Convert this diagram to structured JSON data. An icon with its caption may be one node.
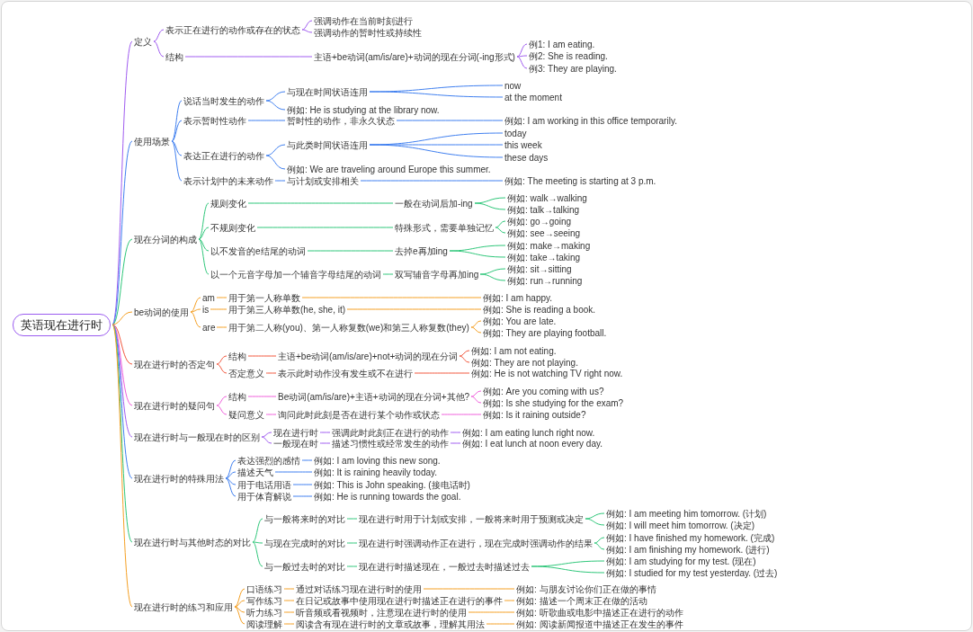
{
  "diagram": {
    "nodes": [
      {
        "text": [
          "英语现在进行时"
        ]
      },
      {
        "text": [
          "定义"
        ]
      },
      {
        "text": [
          "表示正在进行的动作或存在的状态"
        ]
      },
      {
        "text": [
          "强调动作在当前时刻进行"
        ]
      },
      {
        "text": [
          "强调动作的暂时性或持续性"
        ]
      },
      {
        "text": [
          "结构"
        ]
      },
      {
        "text": [
          "主语+be动词(am/is/are)+动词的现在分词(-ing形式)"
        ]
      },
      {
        "text": [
          "例1: I am eating."
        ]
      },
      {
        "text": [
          "例2: She is reading."
        ]
      },
      {
        "text": [
          "例3: They are playing."
        ]
      },
      {
        "text": [
          "使用场景"
        ]
      },
      {
        "text": [
          "说话当时发生的动作"
        ]
      },
      {
        "text": [
          "与现在时间状语连用"
        ]
      },
      {
        "text": [
          "now"
        ]
      },
      {
        "text": [
          "at the moment"
        ]
      },
      {
        "text": [
          "例如: He is studying at the library now."
        ]
      },
      {
        "text": [
          "表示暂时性动作"
        ]
      },
      {
        "text": [
          "暂时性的动作，非永久状态"
        ]
      },
      {
        "text": [
          "例如: I am working in this office temporarily."
        ]
      },
      {
        "text": [
          "表达正在进行的动作"
        ]
      },
      {
        "text": [
          "与此类时间状语连用"
        ]
      },
      {
        "text": [
          "today"
        ]
      },
      {
        "text": [
          "this week"
        ]
      },
      {
        "text": [
          "these days"
        ]
      },
      {
        "text": [
          "例如: We are traveling around Europe this summer."
        ]
      },
      {
        "text": [
          "表示计划中的未来动作"
        ]
      },
      {
        "text": [
          "与计划或安排相关"
        ]
      },
      {
        "text": [
          "例如: The meeting is starting at 3 p.m."
        ]
      },
      {
        "text": [
          "现在分词的构成"
        ]
      },
      {
        "text": [
          "规则变化"
        ]
      },
      {
        "text": [
          "一般在动词后加-ing"
        ]
      },
      {
        "text": [
          "例如: walk→walking"
        ]
      },
      {
        "text": [
          "例如: talk→talking"
        ]
      },
      {
        "text": [
          "不规则变化"
        ]
      },
      {
        "text": [
          "特殊形式，需要单独记忆"
        ]
      },
      {
        "text": [
          "例如: go→going"
        ]
      },
      {
        "text": [
          "例如: see→seeing"
        ]
      },
      {
        "text": [
          "以不发音的e结尾的动词"
        ]
      },
      {
        "text": [
          "去掉e再加ing"
        ]
      },
      {
        "text": [
          "例如: make→making"
        ]
      },
      {
        "text": [
          "例如: take→taking"
        ]
      },
      {
        "text": [
          "以一个元音字母加一个辅音字母结尾的动词"
        ]
      },
      {
        "text": [
          "双写辅音字母再加ing"
        ]
      },
      {
        "text": [
          "例如: sit→sitting"
        ]
      },
      {
        "text": [
          "例如: run→running"
        ]
      },
      {
        "text": [
          "be动词的使用"
        ]
      },
      {
        "text": [
          "am"
        ]
      },
      {
        "text": [
          "用于第一人称单数"
        ]
      },
      {
        "text": [
          "例如: I am happy."
        ]
      },
      {
        "text": [
          "is"
        ]
      },
      {
        "text": [
          "用于第三人称单数(he, she, it)"
        ]
      },
      {
        "text": [
          "例如: She is reading a book."
        ]
      },
      {
        "text": [
          "are"
        ]
      },
      {
        "text": [
          "用于第二人称(you)、第一人称复数(we)和第三人称复数(they)"
        ]
      },
      {
        "text": [
          "例如: You are late."
        ]
      },
      {
        "text": [
          "例如: They are playing football."
        ]
      },
      {
        "text": [
          "现在进行时的否定句"
        ]
      },
      {
        "text": [
          "结构"
        ]
      },
      {
        "text": [
          "主语+be动词(am/is/are)+not+动词的现在分词"
        ]
      },
      {
        "text": [
          "例如: I am not eating."
        ]
      },
      {
        "text": [
          "例如: They are not playing."
        ]
      },
      {
        "text": [
          "否定意义"
        ]
      },
      {
        "text": [
          "表示此时动作没有发生或不在进行"
        ]
      },
      {
        "text": [
          "例如: He is not watching TV right now."
        ]
      },
      {
        "text": [
          "现在进行时的疑问句"
        ]
      },
      {
        "text": [
          "结构"
        ]
      },
      {
        "text": [
          "Be动词(am/is/are)+主语+动词的现在分词+其他?"
        ]
      },
      {
        "text": [
          "例如: Are you coming with us?"
        ]
      },
      {
        "text": [
          "例如: Is she studying for the exam?"
        ]
      },
      {
        "text": [
          "疑问意义"
        ]
      },
      {
        "text": [
          "询问此时此刻是否在进行某个动作或状态"
        ]
      },
      {
        "text": [
          "例如: Is it raining outside?"
        ]
      },
      {
        "text": [
          "现在进行时与一般现在时的区别"
        ]
      },
      {
        "text": [
          "现在进行时"
        ]
      },
      {
        "text": [
          "强调此时此刻正在进行的动作"
        ]
      },
      {
        "text": [
          "例如: I am eating lunch right now."
        ]
      },
      {
        "text": [
          "一般现在时"
        ]
      },
      {
        "text": [
          "描述习惯性或经常发生的动作"
        ]
      },
      {
        "text": [
          "例如: I eat lunch at noon every day."
        ]
      },
      {
        "text": [
          "现在进行时的特殊用法"
        ]
      },
      {
        "text": [
          "表达强烈的感情"
        ]
      },
      {
        "text": [
          "例如: I am loving this new song."
        ]
      },
      {
        "text": [
          "描述天气"
        ]
      },
      {
        "text": [
          "例如: It is raining heavily today."
        ]
      },
      {
        "text": [
          "用于电话用语"
        ]
      },
      {
        "text": [
          "例如: This is John speaking. (接电话时)"
        ]
      },
      {
        "text": [
          "用于体育解说"
        ]
      },
      {
        "text": [
          "例如: He is running towards the goal."
        ]
      },
      {
        "text": [
          "现在进行时与其他时态的对比"
        ]
      },
      {
        "text": [
          "与一般将来时的对比"
        ]
      },
      {
        "text": [
          "现在进行时用于计划或安排，一般将来时用于预测或决定"
        ]
      },
      {
        "text": [
          "例如: I am meeting him tomorrow. (计划)"
        ]
      },
      {
        "text": [
          "例如: I will meet him tomorrow. (决定)"
        ]
      },
      {
        "text": [
          "与现在完成时的对比"
        ]
      },
      {
        "text": [
          "现在进行时强调动作正在进行，现在完成时强调动作的结果"
        ]
      },
      {
        "text": [
          "例如: I have finished my homework. (完成)"
        ]
      },
      {
        "text": [
          "例如: I am finishing my homework. (进行)"
        ]
      },
      {
        "text": [
          "与一般过去时的对比"
        ]
      },
      {
        "text": [
          "现在进行时描述现在，一般过去时描述过去"
        ]
      },
      {
        "text": [
          "例如: I am studying for my test. (现在)"
        ]
      },
      {
        "text": [
          "例如: I studied for my test yesterday. (过去)"
        ]
      },
      {
        "text": [
          "现在进行时的练习和应用"
        ]
      },
      {
        "text": [
          "口语练习"
        ]
      },
      {
        "text": [
          "通过对话练习现在进行时的使用"
        ]
      },
      {
        "text": [
          "例如: 与朋友讨论你们正在做的事情"
        ]
      },
      {
        "text": [
          "写作练习"
        ]
      },
      {
        "text": [
          "在日记或故事中使用现在进行时描述正在进行的事件"
        ]
      },
      {
        "text": [
          "例如: 描述一个周末正在做的活动"
        ]
      },
      {
        "text": [
          "听力练习"
        ]
      },
      {
        "text": [
          "听音频或看视频时，注意现在进行时的使用"
        ]
      },
      {
        "text": [
          "例如: 听歌曲或电影中描述正在进行的动作"
        ]
      },
      {
        "text": [
          "阅读理解"
        ]
      },
      {
        "text": [
          "阅读含有现在进行时的文章或故事，理解其用法"
        ]
      },
      {
        "text": [
          "例如: 阅读新闻报道中描述正在发生的事件"
        ]
      }
    ],
    "edges": [
      {
        "from": 0,
        "to": 1,
        "arrow": "none",
        "color": "#a05cf0"
      },
      {
        "from": 1,
        "to": 2,
        "arrow": "none",
        "color": "#a05cf0"
      },
      {
        "from": 2,
        "to": 3,
        "arrow": "none",
        "color": "#a05cf0"
      },
      {
        "from": 2,
        "to": 4,
        "arrow": "none",
        "color": "#a05cf0"
      },
      {
        "from": 1,
        "to": 5,
        "arrow": "none",
        "color": "#a05cf0"
      },
      {
        "from": 5,
        "to": 6,
        "arrow": "none",
        "color": "#a05cf0"
      },
      {
        "from": 6,
        "to": 7,
        "arrow": "none",
        "color": "#a05cf0"
      },
      {
        "from": 6,
        "to": 8,
        "arrow": "none",
        "color": "#a05cf0"
      },
      {
        "from": 6,
        "to": 9,
        "arrow": "none",
        "color": "#a05cf0"
      },
      {
        "from": 0,
        "to": 10,
        "arrow": "none",
        "color": "#3f7ff0"
      },
      {
        "from": 10,
        "to": 11,
        "arrow": "none",
        "color": "#3f7ff0"
      },
      {
        "from": 11,
        "to": 12,
        "arrow": "none",
        "color": "#3f7ff0"
      },
      {
        "from": 12,
        "to": 13,
        "arrow": "none",
        "color": "#3f7ff0"
      },
      {
        "from": 12,
        "to": 14,
        "arrow": "none",
        "color": "#3f7ff0"
      },
      {
        "from": 11,
        "to": 15,
        "arrow": "none",
        "color": "#3f7ff0"
      },
      {
        "from": 10,
        "to": 16,
        "arrow": "none",
        "color": "#3f7ff0"
      },
      {
        "from": 16,
        "to": 17,
        "arrow": "none",
        "color": "#3f7ff0"
      },
      {
        "from": 17,
        "to": 18,
        "arrow": "none",
        "color": "#3f7ff0"
      },
      {
        "from": 10,
        "to": 19,
        "arrow": "none",
        "color": "#3f7ff0"
      },
      {
        "from": 19,
        "to": 20,
        "arrow": "none",
        "color": "#3f7ff0"
      },
      {
        "from": 20,
        "to": 21,
        "arrow": "none",
        "color": "#3f7ff0"
      },
      {
        "from": 20,
        "to": 22,
        "arrow": "none",
        "color": "#3f7ff0"
      },
      {
        "from": 20,
        "to": 23,
        "arrow": "none",
        "color": "#3f7ff0"
      },
      {
        "from": 19,
        "to": 24,
        "arrow": "none",
        "color": "#3f7ff0"
      },
      {
        "from": 10,
        "to": 25,
        "arrow": "none",
        "color": "#3f7ff0"
      },
      {
        "from": 25,
        "to": 26,
        "arrow": "none",
        "color": "#3f7ff0"
      },
      {
        "from": 26,
        "to": 27,
        "arrow": "none",
        "color": "#3f7ff0"
      },
      {
        "from": 0,
        "to": 28,
        "arrow": "none",
        "color": "#2fc77a"
      },
      {
        "from": 28,
        "to": 29,
        "arrow": "none",
        "color": "#2fc77a"
      },
      {
        "from": 29,
        "to": 30,
        "arrow": "none",
        "color": "#2fc77a"
      },
      {
        "from": 30,
        "to": 31,
        "arrow": "none",
        "color": "#2fc77a"
      },
      {
        "from": 30,
        "to": 32,
        "arrow": "none",
        "color": "#2fc77a"
      },
      {
        "from": 28,
        "to": 33,
        "arrow": "none",
        "color": "#2fc77a"
      },
      {
        "from": 33,
        "to": 34,
        "arrow": "none",
        "color": "#2fc77a"
      },
      {
        "from": 34,
        "to": 35,
        "arrow": "none",
        "color": "#2fc77a"
      },
      {
        "from": 34,
        "to": 36,
        "arrow": "none",
        "color": "#2fc77a"
      },
      {
        "from": 28,
        "to": 37,
        "arrow": "none",
        "color": "#2fc77a"
      },
      {
        "from": 37,
        "to": 38,
        "arrow": "none",
        "color": "#2fc77a"
      },
      {
        "from": 38,
        "to": 39,
        "arrow": "none",
        "color": "#2fc77a"
      },
      {
        "from": 38,
        "to": 40,
        "arrow": "none",
        "color": "#2fc77a"
      },
      {
        "from": 28,
        "to": 41,
        "arrow": "none",
        "color": "#2fc77a"
      },
      {
        "from": 41,
        "to": 42,
        "arrow": "none",
        "color": "#2fc77a"
      },
      {
        "from": 42,
        "to": 43,
        "arrow": "none",
        "color": "#2fc77a"
      },
      {
        "from": 42,
        "to": 44,
        "arrow": "none",
        "color": "#2fc77a"
      },
      {
        "from": 0,
        "to": 45,
        "arrow": "none",
        "color": "#f5a024"
      },
      {
        "from": 45,
        "to": 46,
        "arrow": "none",
        "color": "#f5a024"
      },
      {
        "from": 46,
        "to": 47,
        "arrow": "none",
        "color": "#f5a024"
      },
      {
        "from": 47,
        "to": 48,
        "arrow": "none",
        "color": "#f5a024"
      },
      {
        "from": 45,
        "to": 49,
        "arrow": "none",
        "color": "#f5a024"
      },
      {
        "from": 49,
        "to": 50,
        "arrow": "none",
        "color": "#f5a024"
      },
      {
        "from": 50,
        "to": 51,
        "arrow": "none",
        "color": "#f5a024"
      },
      {
        "from": 45,
        "to": 52,
        "arrow": "none",
        "color": "#f5a024"
      },
      {
        "from": 52,
        "to": 53,
        "arrow": "none",
        "color": "#f5a024"
      },
      {
        "from": 53,
        "to": 54,
        "arrow": "none",
        "color": "#f5a024"
      },
      {
        "from": 53,
        "to": 55,
        "arrow": "none",
        "color": "#f5a024"
      },
      {
        "from": 0,
        "to": 56,
        "arrow": "none",
        "color": "#f2583e"
      },
      {
        "from": 56,
        "to": 57,
        "arrow": "none",
        "color": "#f2583e"
      },
      {
        "from": 57,
        "to": 58,
        "arrow": "none",
        "color": "#f2583e"
      },
      {
        "from": 58,
        "to": 59,
        "arrow": "none",
        "color": "#f2583e"
      },
      {
        "from": 58,
        "to": 60,
        "arrow": "none",
        "color": "#f2583e"
      },
      {
        "from": 56,
        "to": 61,
        "arrow": "none",
        "color": "#f2583e"
      },
      {
        "from": 61,
        "to": 62,
        "arrow": "none",
        "color": "#f2583e"
      },
      {
        "from": 62,
        "to": 63,
        "arrow": "none",
        "color": "#f2583e"
      },
      {
        "from": 0,
        "to": 64,
        "arrow": "none",
        "color": "#f060dc"
      },
      {
        "from": 64,
        "to": 65,
        "arrow": "none",
        "color": "#f060dc"
      },
      {
        "from": 65,
        "to": 66,
        "arrow": "none",
        "color": "#f060dc"
      },
      {
        "from": 66,
        "to": 67,
        "arrow": "none",
        "color": "#f060dc"
      },
      {
        "from": 66,
        "to": 68,
        "arrow": "none",
        "color": "#f060dc"
      },
      {
        "from": 64,
        "to": 69,
        "arrow": "none",
        "color": "#f060dc"
      },
      {
        "from": 69,
        "to": 70,
        "arrow": "none",
        "color": "#f060dc"
      },
      {
        "from": 70,
        "to": 71,
        "arrow": "none",
        "color": "#f060dc"
      },
      {
        "from": 0,
        "to": 72,
        "arrow": "none",
        "color": "#a05cf0"
      },
      {
        "from": 72,
        "to": 73,
        "arrow": "none",
        "color": "#a05cf0"
      },
      {
        "from": 73,
        "to": 74,
        "arrow": "none",
        "color": "#a05cf0"
      },
      {
        "from": 74,
        "to": 75,
        "arrow": "none",
        "color": "#a05cf0"
      },
      {
        "from": 72,
        "to": 76,
        "arrow": "none",
        "color": "#a05cf0"
      },
      {
        "from": 76,
        "to": 77,
        "arrow": "none",
        "color": "#a05cf0"
      },
      {
        "from": 77,
        "to": 78,
        "arrow": "none",
        "color": "#a05cf0"
      },
      {
        "from": 0,
        "to": 79,
        "arrow": "none",
        "color": "#3f7ff0"
      },
      {
        "from": 79,
        "to": 80,
        "arrow": "none",
        "color": "#3f7ff0"
      },
      {
        "from": 80,
        "to": 81,
        "arrow": "none",
        "color": "#3f7ff0"
      },
      {
        "from": 79,
        "to": 82,
        "arrow": "none",
        "color": "#3f7ff0"
      },
      {
        "from": 82,
        "to": 83,
        "arrow": "none",
        "color": "#3f7ff0"
      },
      {
        "from": 79,
        "to": 84,
        "arrow": "none",
        "color": "#3f7ff0"
      },
      {
        "from": 84,
        "to": 85,
        "arrow": "none",
        "color": "#3f7ff0"
      },
      {
        "from": 79,
        "to": 86,
        "arrow": "none",
        "color": "#3f7ff0"
      },
      {
        "from": 86,
        "to": 87,
        "arrow": "none",
        "color": "#3f7ff0"
      },
      {
        "from": 0,
        "to": 88,
        "arrow": "none",
        "color": "#2fc77a"
      },
      {
        "from": 88,
        "to": 89,
        "arrow": "none",
        "color": "#2fc77a"
      },
      {
        "from": 89,
        "to": 90,
        "arrow": "none",
        "color": "#2fc77a"
      },
      {
        "from": 90,
        "to": 91,
        "arrow": "none",
        "color": "#2fc77a"
      },
      {
        "from": 90,
        "to": 92,
        "arrow": "none",
        "color": "#2fc77a"
      },
      {
        "from": 88,
        "to": 93,
        "arrow": "none",
        "color": "#2fc77a"
      },
      {
        "from": 93,
        "to": 94,
        "arrow": "none",
        "color": "#2fc77a"
      },
      {
        "from": 94,
        "to": 95,
        "arrow": "none",
        "color": "#2fc77a"
      },
      {
        "from": 94,
        "to": 96,
        "arrow": "none",
        "color": "#2fc77a"
      },
      {
        "from": 88,
        "to": 97,
        "arrow": "none",
        "color": "#2fc77a"
      },
      {
        "from": 97,
        "to": 98,
        "arrow": "none",
        "color": "#2fc77a"
      },
      {
        "from": 98,
        "to": 99,
        "arrow": "none",
        "color": "#2fc77a"
      },
      {
        "from": 98,
        "to": 100,
        "arrow": "none",
        "color": "#2fc77a"
      },
      {
        "from": 0,
        "to": 101,
        "arrow": "none",
        "color": "#f5a024"
      },
      {
        "from": 101,
        "to": 102,
        "arrow": "none",
        "color": "#f5a024"
      },
      {
        "from": 102,
        "to": 103,
        "arrow": "none",
        "color": "#f5a024"
      },
      {
        "from": 103,
        "to": 104,
        "arrow": "none",
        "color": "#f5a024"
      },
      {
        "from": 101,
        "to": 105,
        "arrow": "none",
        "color": "#f5a024"
      },
      {
        "from": 105,
        "to": 106,
        "arrow": "none",
        "color": "#f5a024"
      },
      {
        "from": 106,
        "to": 107,
        "arrow": "none",
        "color": "#f5a024"
      },
      {
        "from": 101,
        "to": 108,
        "arrow": "none",
        "color": "#f5a024"
      },
      {
        "from": 108,
        "to": 109,
        "arrow": "none",
        "color": "#f5a024"
      },
      {
        "from": 109,
        "to": 110,
        "arrow": "none",
        "color": "#f5a024"
      },
      {
        "from": 101,
        "to": 111,
        "arrow": "none",
        "color": "#f5a024"
      },
      {
        "from": 111,
        "to": 112,
        "arrow": "none",
        "color": "#f5a024"
      },
      {
        "from": 112,
        "to": 113,
        "arrow": "none",
        "color": "#f5a024"
      }
    ]
  }
}
